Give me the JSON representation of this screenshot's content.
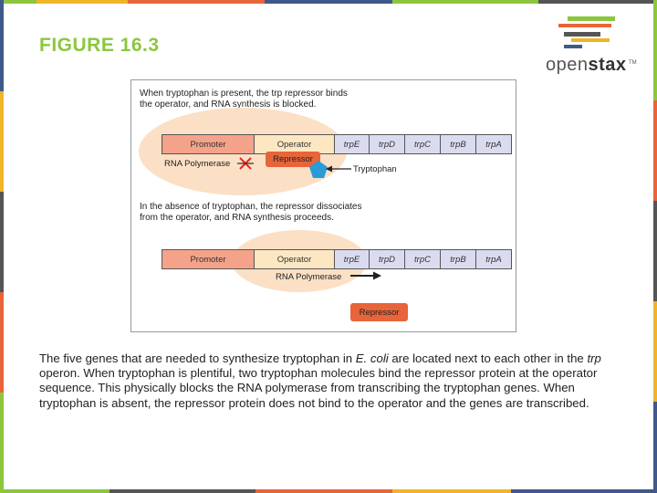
{
  "colors": {
    "title_green": "#8cc63f",
    "promoter": "#f4a38a",
    "operator": "#fde7c2",
    "gene": "#dbdbf0",
    "repressor": "#e8643a",
    "ellipse": "#fbe0c5",
    "tryptophan": "#2a9bd6"
  },
  "header": {
    "title": "FIGURE 16.3",
    "logo_open": "open",
    "logo_stax": "stax",
    "logo_tm": "TM"
  },
  "figure": {
    "panel1": {
      "caption_line1": "When tryptophan is present, the trp repressor binds",
      "caption_line2": "the operator, and RNA synthesis is blocked.",
      "genes": [
        "Promoter",
        "Operator",
        "trpE",
        "trpD",
        "trpC",
        "trpB",
        "trpA"
      ],
      "polymerase_label": "RNA Polymerase",
      "repressor_label": "Repressor",
      "tryptophan_label": "Tryptophan"
    },
    "panel2": {
      "caption_line1": "In the absence of tryptophan, the repressor dissociates",
      "caption_line2": "from the operator, and RNA synthesis proceeds.",
      "genes": [
        "Promoter",
        "Operator",
        "trpE",
        "trpD",
        "trpC",
        "trpB",
        "trpA"
      ],
      "polymerase_label": "RNA Polymerase",
      "repressor_label": "Repressor"
    }
  },
  "caption": {
    "t1": "The five genes that are needed to synthesize tryptophan in ",
    "ecoli": "E. coli",
    "t2": " are located next to each other in the ",
    "trp": "trp",
    "t3": " operon. When tryptophan is plentiful, two tryptophan molecules bind the repressor protein at the operator sequence. This physically blocks the RNA polymerase from transcribing the tryptophan genes. When tryptophan is absent, the repressor protein does not bind to the operator and the genes are transcribed."
  }
}
